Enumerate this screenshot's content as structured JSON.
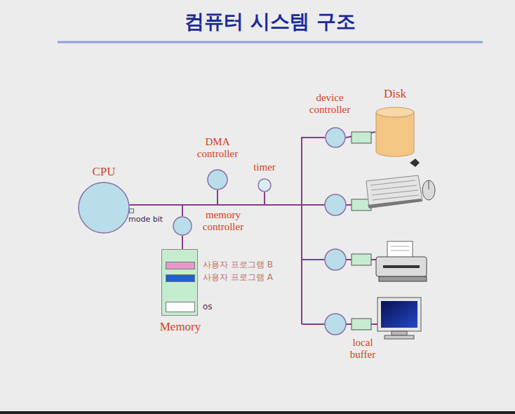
{
  "diagram": {
    "title": "컴퓨터 시스템 구조",
    "nodes": [
      {
        "text": [
          "CPU"
        ]
      },
      {
        "text": [
          "mode bit"
        ]
      },
      {
        "text": [
          "DMA controller"
        ]
      },
      {
        "text": [
          "timer"
        ]
      },
      {
        "text": [
          "memory controller"
        ]
      },
      {
        "text": [
          "Memory"
        ]
      },
      {
        "text": [
          "사용자 프로그램 B"
        ],
        "in": 5
      },
      {
        "text": [
          "사용자 프로그램 A"
        ],
        "in": 5
      },
      {
        "text": [
          "os"
        ],
        "in": 5
      },
      {
        "text": [
          "device controller"
        ]
      },
      {
        "text": [
          "Disk"
        ]
      }
    ],
    "edges": [
      {
        "from": 0,
        "to": 2,
        "arrow": "none"
      },
      {
        "from": 0,
        "to": 3,
        "arrow": "none"
      },
      {
        "from": 0,
        "to": 4,
        "arrow": "none"
      },
      {
        "from": 4,
        "to": 5,
        "arrow": "none"
      },
      {
        "from": 0,
        "to": 9,
        "arrow": "none"
      },
      {
        "from": 9,
        "to": 10,
        "arrow": "none"
      }
    ],
    "labels": [
      "local buffer"
    ]
  }
}
